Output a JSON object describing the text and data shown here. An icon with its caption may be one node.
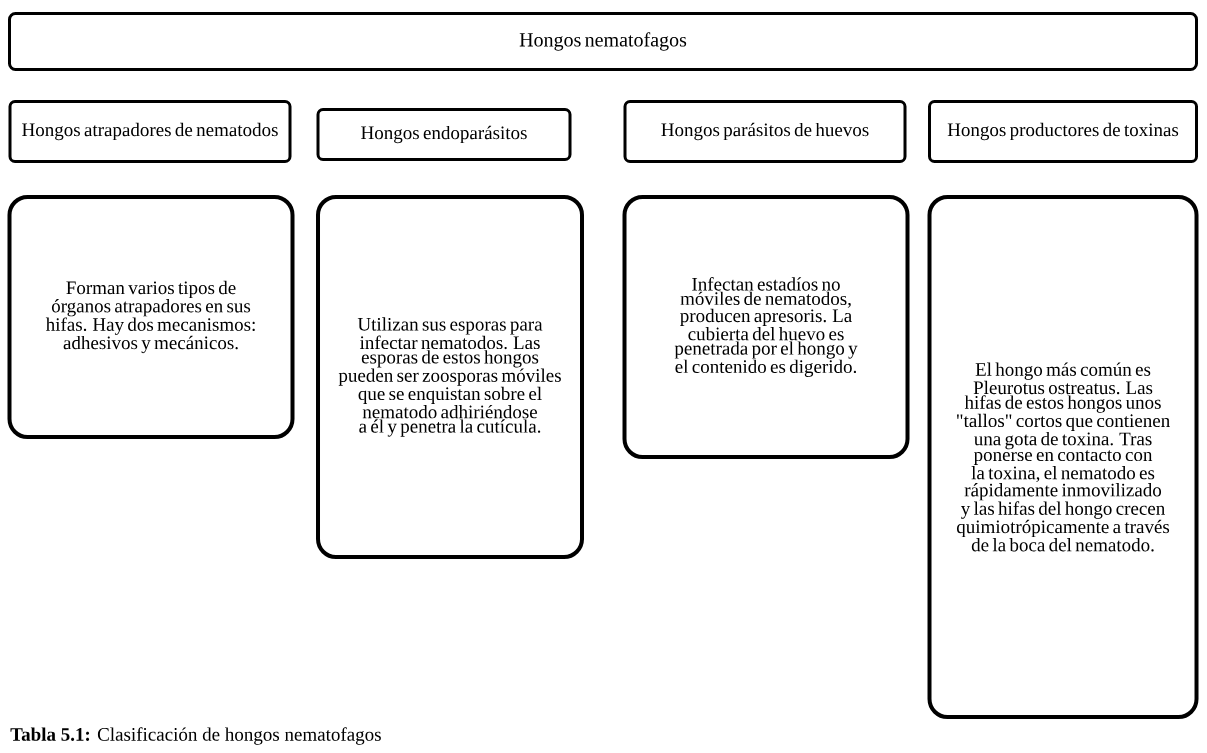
{
  "diagram": {
    "caption": "**Tabla 5.1:** Clasificación de hongos nematofagos",
    "nodes": [
      {
        "text": [
          "Hongos nematofagos"
        ]
      },
      {
        "text": [
          "Hongos atrapadores de nematodos"
        ]
      },
      {
        "text": [
          "Hongos endoparásitos"
        ]
      },
      {
        "text": [
          "Hongos parásitos de huevos"
        ]
      },
      {
        "text": [
          "Hongos productores de toxinas"
        ]
      },
      {
        "text": [
          "Forman varios tipos de órganos atrapadores en sus hifas. Hay dos mecanismos: adhesivos y mecánicos."
        ]
      },
      {
        "text": [
          "Utilizan sus esporas para infectar nematodos. Las esporas de estos hongos pueden ser zoosporas móviles que se enquistan sobre el nematodo adhiriéndose a él y penetra la cutícula."
        ]
      },
      {
        "text": [
          "Infectan estadíos no móviles de nematodos, producen apresoris. La cubierta del huevo es penetrada por el hongo y el contenido es digerido."
        ]
      },
      {
        "text": [
          "El hongo más común es Pleurotus ostreatus. Las hifas de estos hongos unos \"tallos\" cortos que contienen una gota de toxina. Tras ponerse en contacto con la toxina, el nematodo es rápidamente inmovilizado y las hifas del hongo crecen quimiotrópicamente a través de la boca del nematodo."
        ]
      }
    ]
  }
}
